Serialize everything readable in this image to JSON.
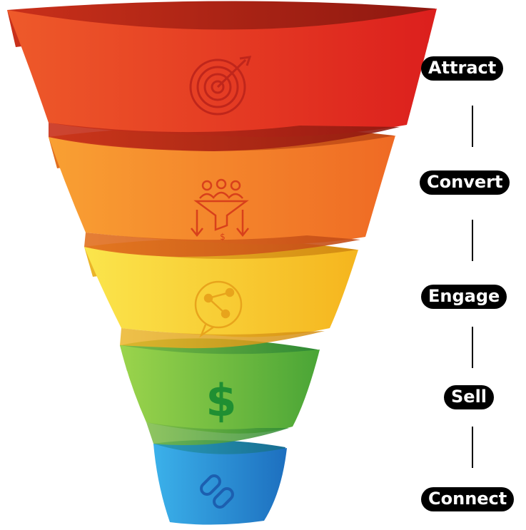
{
  "stages": [
    {
      "label": "Attract",
      "icon": "target-icon",
      "color": "#e8401f"
    },
    {
      "label": "Convert",
      "icon": "funnel-people-icon",
      "color": "#f57a26"
    },
    {
      "label": "Engage",
      "icon": "share-bubble-icon",
      "color": "#f7c51f"
    },
    {
      "label": "Sell",
      "icon": "dollar-icon",
      "color": "#5fb535"
    },
    {
      "label": "Connect",
      "icon": "link-icon",
      "color": "#2a8fd6"
    }
  ]
}
